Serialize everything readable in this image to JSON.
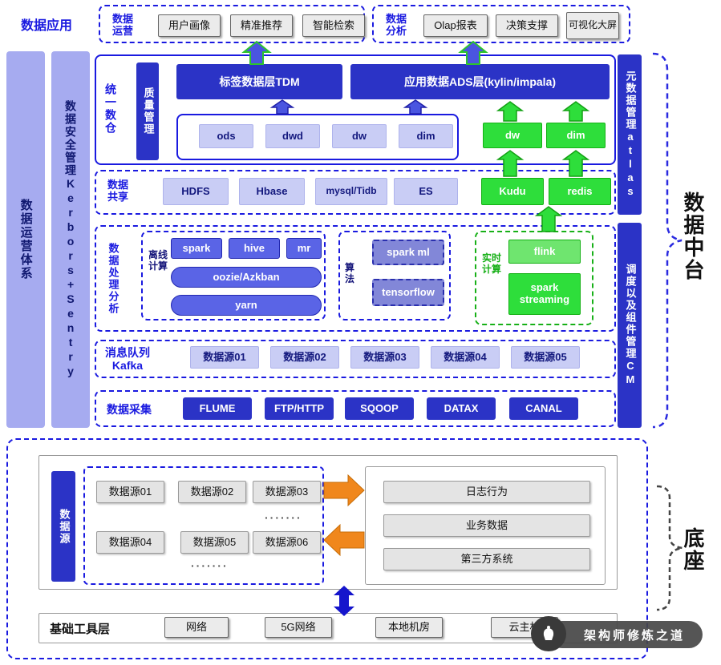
{
  "colors": {
    "dark_blue": "#2b33c6",
    "light_purple": "#c9cdf5",
    "bar_purple": "#a6abf0",
    "medium_blue": "#5a64e6",
    "slate_purple": "#8287d8",
    "bright_green": "#2ede3b",
    "light_green": "#6fe56f",
    "orange": "#f0871c",
    "dashed_border_blue": "#1a1ae0",
    "label_blue": "#1a1ae0"
  },
  "top": {
    "label": "数据应用",
    "groups": [
      {
        "label": "数据运营",
        "items": [
          "用户画像",
          "精准推荐",
          "智能检索"
        ]
      },
      {
        "label": "数据分析",
        "items": [
          "Olap报表",
          "决策支撑",
          "可视化大屏"
        ]
      }
    ]
  },
  "left_bars": [
    {
      "label": "数据运营体系"
    },
    {
      "label": "数据安全管理Kerbors+Sentry"
    }
  ],
  "unified": {
    "label": "统一数仓",
    "quality_bar": "质量管理",
    "tdm": "标签数据层TDM",
    "ads": "应用数据ADS层(kylin/impala)",
    "layers": [
      "ods",
      "dwd",
      "dw",
      "dim"
    ],
    "green_layers": [
      "dw",
      "dim"
    ],
    "metadata_bar": "元数据管理atlas"
  },
  "sharing": {
    "label": "数据共享",
    "items": [
      "HDFS",
      "Hbase",
      "mysql/Tidb",
      "ES"
    ],
    "green_items": [
      "Kudu",
      "redis"
    ]
  },
  "processing": {
    "label": "数据处理分析",
    "offline": {
      "label": "离线计算",
      "engines": [
        "spark",
        "hive",
        "mr"
      ],
      "bars": [
        "oozie/Azkban",
        "yarn"
      ]
    },
    "algorithm": {
      "label": "算法",
      "items": [
        "spark ml",
        "tensorflow"
      ]
    },
    "realtime": {
      "label": "实时计算",
      "items": [
        "flink",
        "spark streaming"
      ]
    },
    "scheduler_bar": "调度以及组件管理CM"
  },
  "kafka": {
    "label": "消息队列Kafka",
    "items": [
      "数据源01",
      "数据源02",
      "数据源03",
      "数据源04",
      "数据源05"
    ]
  },
  "collection": {
    "label": "数据采集",
    "items": [
      "FLUME",
      "FTP/HTTP",
      "SQOOP",
      "DATAX",
      "CANAL"
    ]
  },
  "braces": {
    "platform": "数据中台",
    "base": "底座"
  },
  "foundation": {
    "datasource_bar": "数据源",
    "sources": [
      "数据源01",
      "数据源02",
      "数据源03",
      "数据源04",
      "数据源05",
      "数据源06"
    ],
    "dots": "·······",
    "targets": [
      "日志行为",
      "业务数据",
      "第三方系统"
    ],
    "infra": {
      "label": "基础工具层",
      "items": [
        "网络",
        "5G网络",
        "本地机房",
        "云主机"
      ]
    }
  },
  "watermark": {
    "text": "架构师修炼之道"
  }
}
